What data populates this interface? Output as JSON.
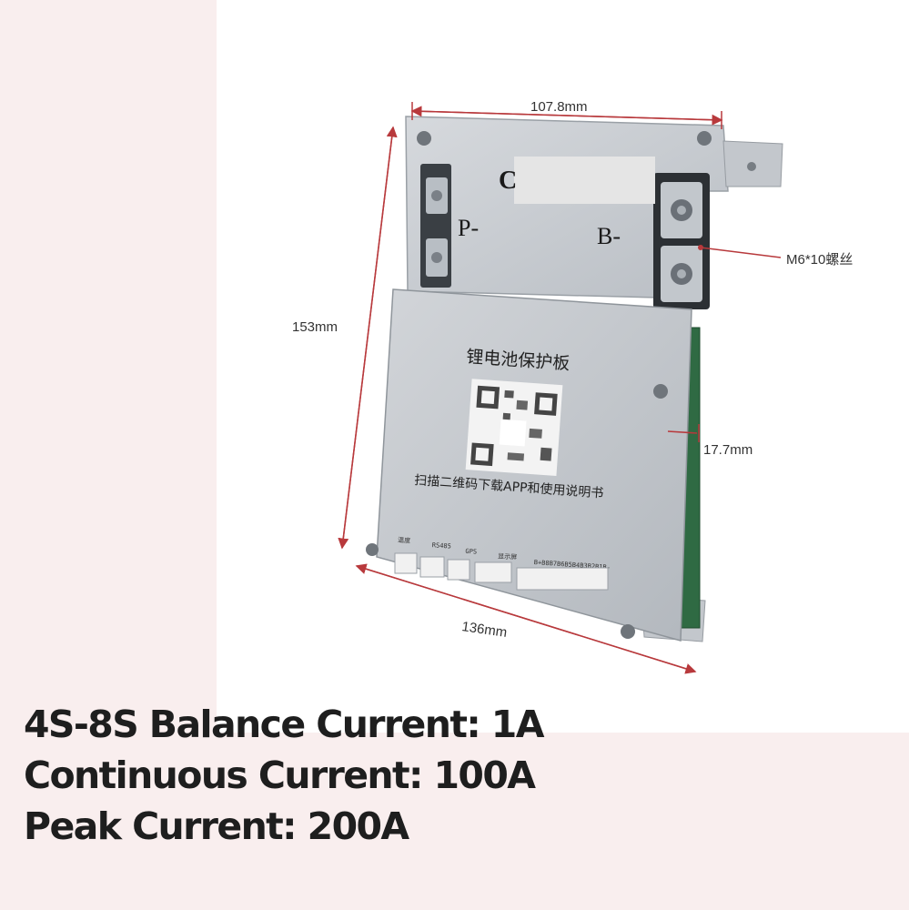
{
  "dimensions": {
    "top_width": "107.8mm",
    "height": "153mm",
    "depth": "17.7mm",
    "bottom_width": "136mm",
    "screw_label": "M6*10螺丝"
  },
  "board": {
    "terminal_left": "P-",
    "terminal_right": "B-",
    "title": "锂电池保护板",
    "instruction": "扫描二维码下载APP和使用说明书",
    "port_labels": [
      "温度",
      "RS485",
      "GPS",
      "显示屏",
      "B+B8B7B6B5B4B3B2B1B-"
    ]
  },
  "specs": [
    "4S-8S Balance Current: 1A",
    "Continuous Current: 100A",
    "Peak Current: 200A"
  ],
  "colors": {
    "dimension_line": "#b8393c",
    "plate": "#c7cbd0",
    "pcb_edge": "#2f6a43",
    "text": "#1e1e1e"
  }
}
